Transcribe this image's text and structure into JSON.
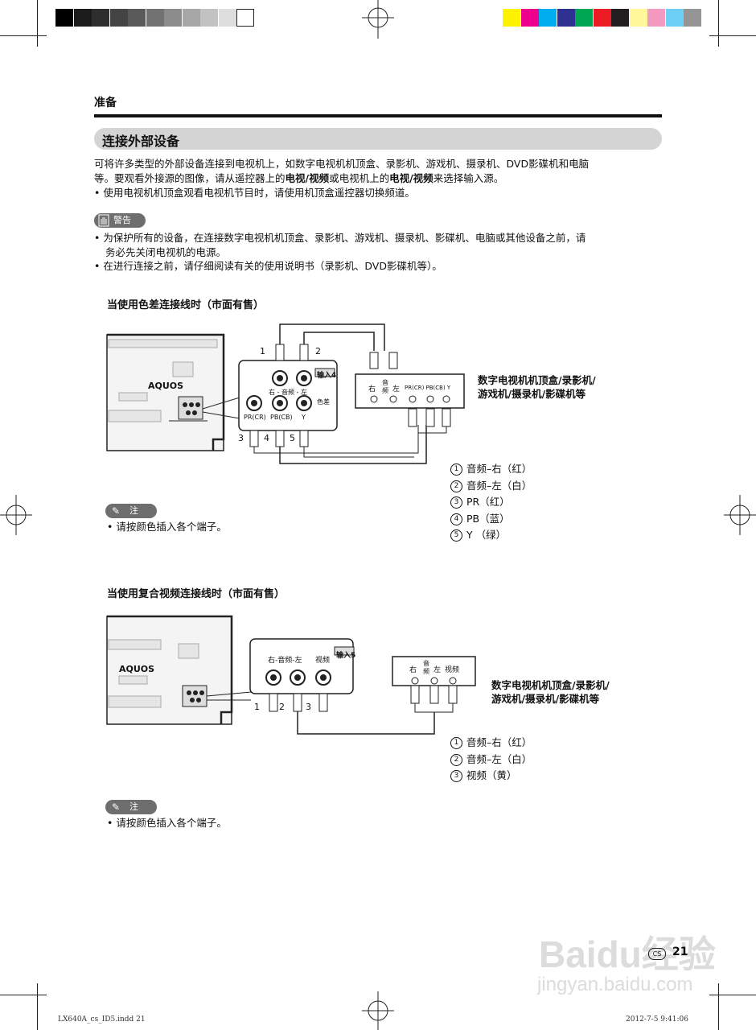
{
  "color_bars": {
    "gray_left": [
      "#000000",
      "#1b1b1b",
      "#2e2e2e",
      "#444444",
      "#5a5a5a",
      "#727272",
      "#8c8c8c",
      "#a6a6a6",
      "#c2c2c2",
      "#dedede",
      "#ffffff"
    ],
    "color_right": [
      "#fff200",
      "#ec008c",
      "#00aeef",
      "#2e3192",
      "#00a651",
      "#ed1c24",
      "#231f20",
      "#fff799",
      "#f49ac1",
      "#6dcff6",
      "#959595"
    ]
  },
  "header": {
    "section": "准备"
  },
  "title": "连接外部设备",
  "intro": {
    "line1": "可将许多类型的外部设备连接到电视机上，如数字电视机机顶盒、录影机、游戏机、摄录机、DVD影碟机和电脑",
    "line2_a": "等。要观看外接源的图像，请从遥控器上的",
    "line2_b": "电视/视频",
    "line2_c": "或电视机上的",
    "line2_d": "电视/视频",
    "line2_e": "来选择输入源。",
    "bullet": "使用电视机机顶盒观看电视机节目时，请使用机顶盒遥控器切换频道。"
  },
  "warning": {
    "label": "警告",
    "bullet1_line1": "为保护所有的设备，在连接数字电视机机顶盒、录影机、游戏机、摄录机、影碟机、电脑或其他设备之前，请",
    "bullet1_line2": "务必先关闭电视机的电源。",
    "bullet2": "在进行连接之前，请仔细阅读有关的使用说明书（录影机、DVD影碟机等）。"
  },
  "section1": {
    "heading": "当使用色差连接线时（市面有售）",
    "tv_brand": "AQUOS",
    "panel_input": "输入4",
    "panel_audio": "右 - 音频 - 左",
    "panel_labels": [
      "PR(CR)",
      "PB(CB)",
      "Y"
    ],
    "panel_side": "色差",
    "device_audio_r": "右",
    "device_audio_mid_top": "音",
    "device_audio_mid_bottom": "频",
    "device_audio_l": "左",
    "device_video": "PR(CR) PB(CB)    Y",
    "device_label_line1": "数字电视机机顶盒/录影机/",
    "device_label_line2": "游戏机/摄录机/影碟机等",
    "cable_nums": [
      "1",
      "2",
      "3",
      "4",
      "5"
    ],
    "legend": [
      {
        "num": "1",
        "text": "音频–右（红）"
      },
      {
        "num": "2",
        "text": "音频–左（白）"
      },
      {
        "num": "3",
        "text": "PR（红）"
      },
      {
        "num": "4",
        "text": "PB（蓝）"
      },
      {
        "num": "5",
        "text": "Y  （绿）"
      }
    ],
    "note_label": "注",
    "note_text": "请按颜色插入各个端子。"
  },
  "section2": {
    "heading": "当使用复合视频连接线时（市面有售）",
    "tv_brand": "AQUOS",
    "panel_input": "输入5",
    "panel_audio": "右-音频-左",
    "panel_video": "视频",
    "device_audio_r": "右",
    "device_audio_mid_top": "音",
    "device_audio_mid_bottom": "频",
    "device_audio_l": "左",
    "device_video": "视频",
    "device_label_line1": "数字电视机机顶盒/录影机/",
    "device_label_line2": "游戏机/摄录机/影碟机等",
    "cable_nums": [
      "1",
      "2",
      "3"
    ],
    "legend": [
      {
        "num": "1",
        "text": "音频–右（红）"
      },
      {
        "num": "2",
        "text": "音频–左（白）"
      },
      {
        "num": "3",
        "text": "视频（黄）"
      }
    ],
    "note_label": "注",
    "note_text": "请按颜色插入各个端子。"
  },
  "footer": {
    "lang_badge": "CS",
    "page_number": "21",
    "file_info": "LX640A_cs_ID5.indd  21",
    "timestamp": "2012-7-5   9:41:06",
    "watermark_main": "Baidu经验",
    "watermark_url": "jingyan.baidu.com"
  }
}
